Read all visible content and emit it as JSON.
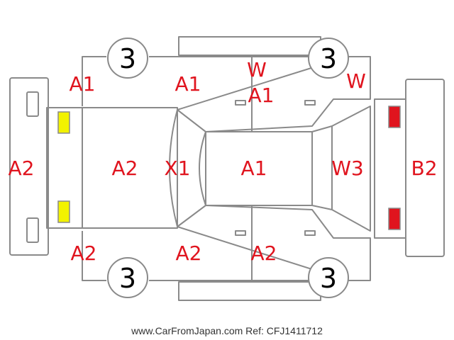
{
  "labels": {
    "front_bumper": "A2",
    "hood": "A2",
    "windshield": "X1",
    "roof": "A1",
    "rear_window": "W3",
    "rear_bumper": "B2",
    "front_left_fender": "A1",
    "front_left_door": "A1",
    "rear_left_door_top": "W",
    "rear_left_door_bottom": "A1",
    "rear_left_quarter": "W",
    "front_right_fender": "A2",
    "front_right_door": "A2",
    "rear_right_door": "A2"
  },
  "wheels": {
    "top_left": "3",
    "top_right": "3",
    "bottom_left": "3",
    "bottom_right": "3"
  },
  "caption": "www.CarFromJapan.com Ref: CFJ1411712",
  "colors": {
    "label": "#e0141e",
    "outline": "#8a8a8a",
    "headlight": "#f2f200",
    "taillight": "#e0141e"
  }
}
